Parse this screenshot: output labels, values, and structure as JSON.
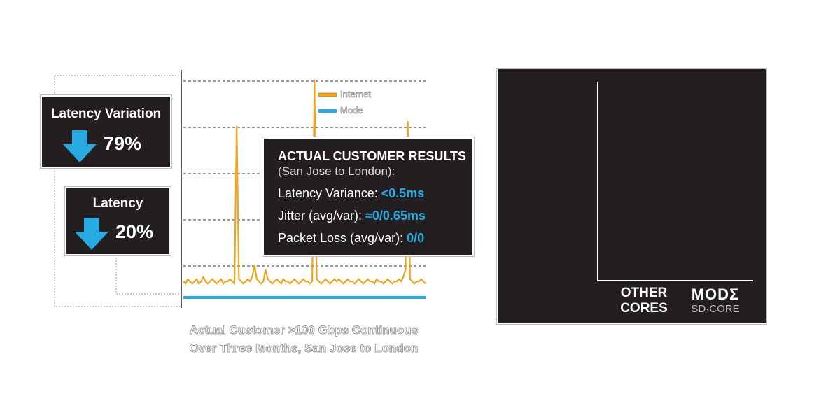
{
  "chart_data": {
    "type": "line",
    "title": "",
    "caption_line1": "Actual Customer >100 Gbps Continuous",
    "caption_line2": "Over Three Months, San Jose to London",
    "xlabel": "",
    "ylabel": "",
    "grid": "dashed horizontal",
    "legend_position": "top-right",
    "series": [
      {
        "name": "Internet",
        "color": "#f2a31c",
        "values": [
          3,
          2,
          4,
          3,
          2,
          3,
          4,
          2,
          3,
          5,
          3,
          2,
          3,
          4,
          3,
          2,
          3,
          4,
          2,
          3,
          3,
          4,
          3,
          2,
          70,
          4,
          3,
          2,
          3,
          4,
          3,
          5,
          10,
          4,
          3,
          2,
          3,
          8,
          4,
          3,
          2,
          3,
          4,
          3,
          2,
          4,
          3,
          3,
          2,
          3,
          4,
          3,
          2,
          3,
          4,
          3,
          3,
          2,
          3,
          90,
          4,
          3,
          2,
          3,
          4,
          3,
          2,
          3,
          4,
          3,
          4,
          3,
          2,
          3,
          4,
          3,
          3,
          2,
          3,
          4,
          3,
          2,
          3,
          4,
          3,
          3,
          2,
          4,
          3,
          3,
          2,
          3,
          4,
          3,
          2,
          3,
          3,
          4,
          3,
          5,
          8,
          72,
          4,
          3,
          2,
          3,
          3,
          4,
          3,
          2
        ]
      },
      {
        "name": "Mode",
        "color": "#27a9e1",
        "values": [
          0
        ]
      }
    ]
  },
  "stats": {
    "latency_variation": {
      "title": "Latency Variation",
      "value": "79%"
    },
    "latency": {
      "title": "Latency",
      "value": "20%"
    }
  },
  "results": {
    "heading": "ACTUAL CUSTOMER RESULTS",
    "subheading": "(San Jose to London):",
    "rows": [
      {
        "label": "Latency Variance: ",
        "value": "<0.5ms"
      },
      {
        "label": "Jitter (avg/var): ",
        "value": "≈0/0.65ms"
      },
      {
        "label": "Packet Loss (avg/var): ",
        "value": "0/0"
      }
    ]
  },
  "comparison": {
    "left_label_line1": "OTHER",
    "left_label_line2": "CORES",
    "brand": "MODΣ",
    "brand_sub": "SD·CORE"
  },
  "colors": {
    "accent": "#27a9e1",
    "internet": "#f2a31c",
    "panel": "#231f20"
  }
}
